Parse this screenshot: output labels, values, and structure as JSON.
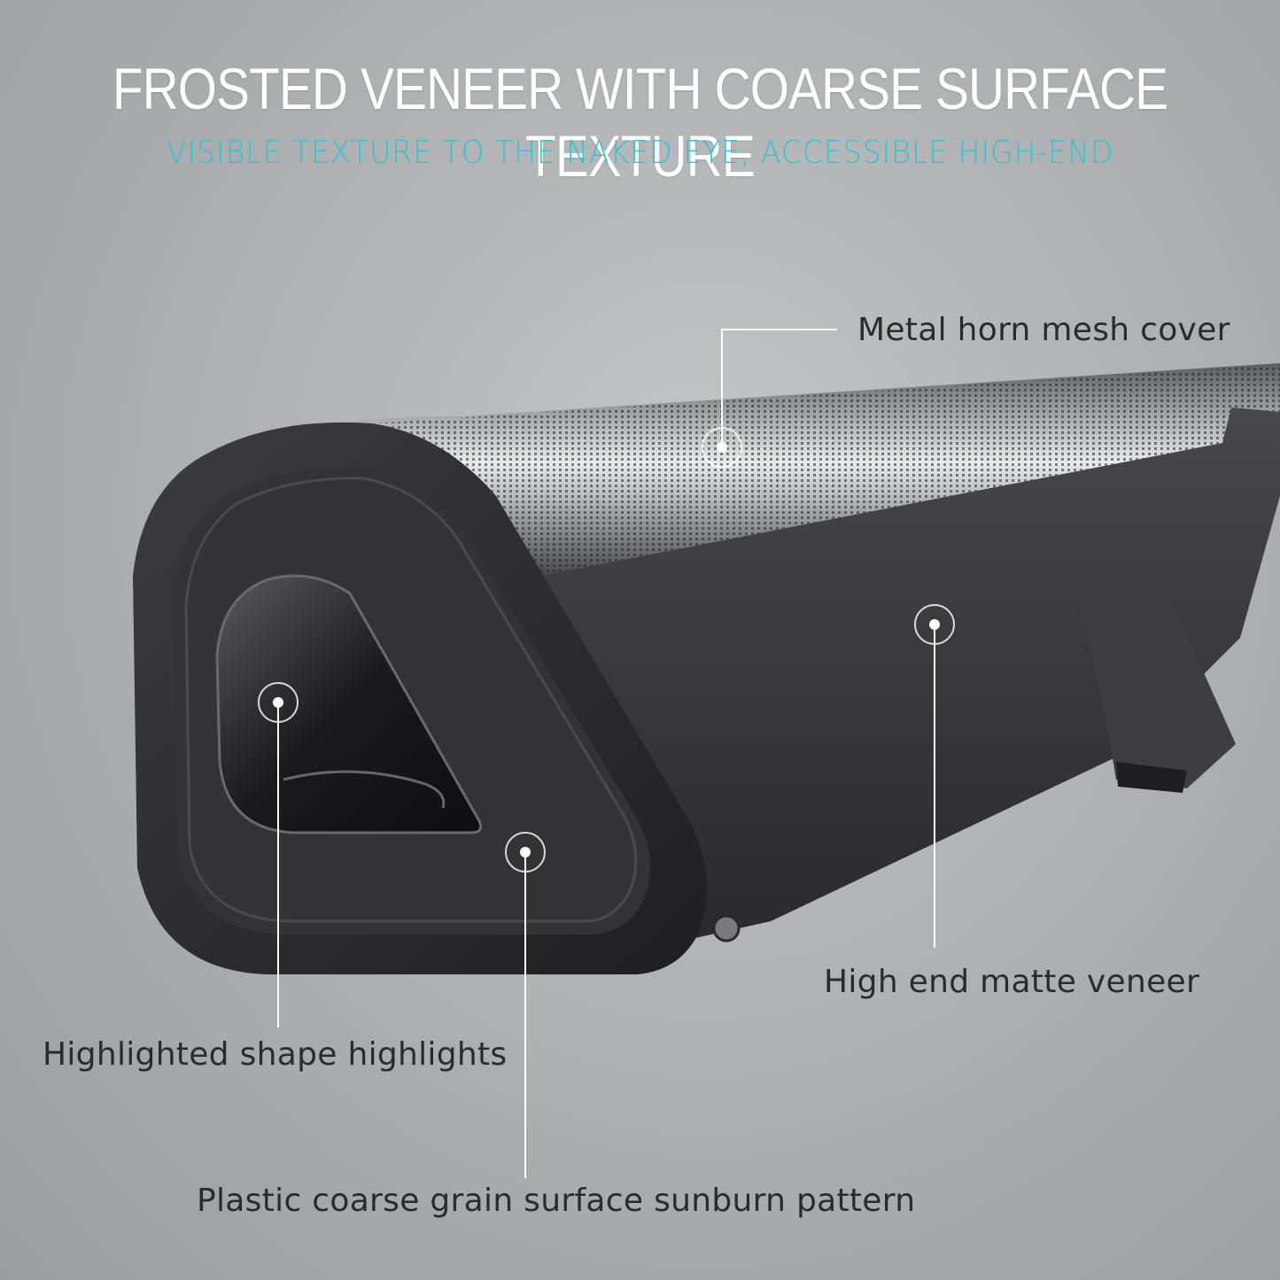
{
  "header": {
    "title": "FROSTED VENEER WITH COARSE SURFACE TEXTURE",
    "subtitle": "VISIBLE TEXTURE TO THE NAKED EYE, ACCESSIBLE HIGH-END"
  },
  "colors": {
    "background": "#b0b2b4",
    "title": "#ffffff",
    "subtitle": "#2fc6d2",
    "callout_text": "#2b2b2b",
    "leader_line": "#ffffff"
  },
  "callouts": [
    {
      "label": "Metal horn mesh cover"
    },
    {
      "label": "High end matte veneer"
    },
    {
      "label": "Highlighted shape highlights"
    },
    {
      "label": "Plastic coarse grain surface sunburn pattern"
    }
  ]
}
